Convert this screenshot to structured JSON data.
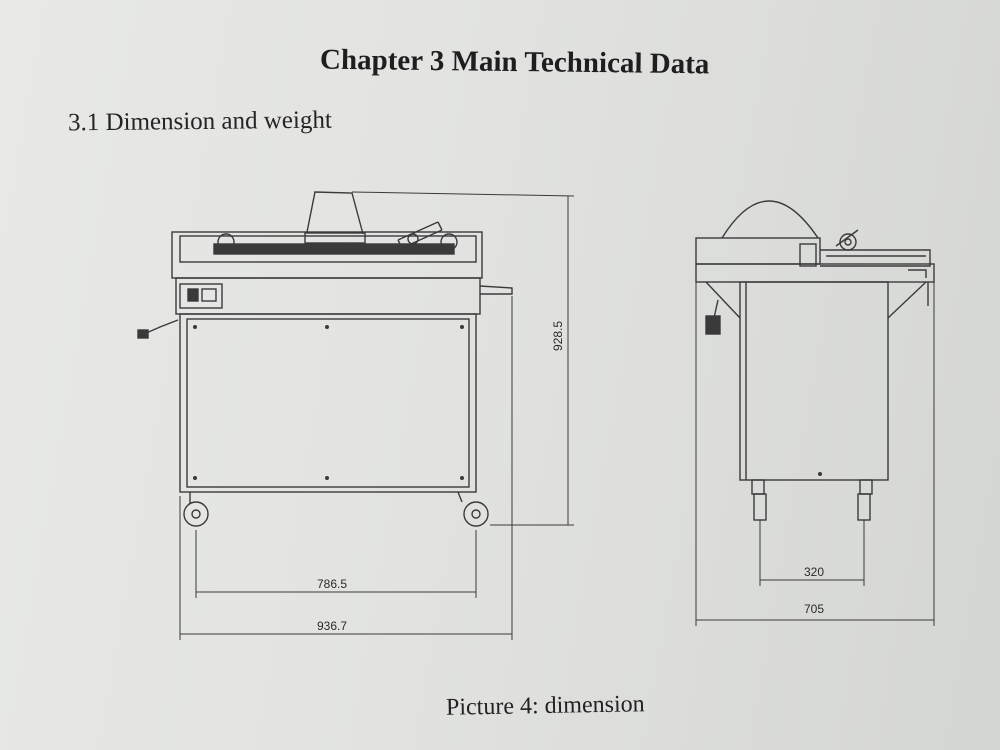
{
  "document": {
    "chapter_title": "Chapter 3 Main Technical Data",
    "section_title": "3.1 Dimension and weight",
    "caption": "Picture 4: dimension"
  },
  "front_view": {
    "height_label": "928.5",
    "inner_width_label": "786.5",
    "outer_width_label": "936.7"
  },
  "side_view": {
    "wheel_spacing_label": "320",
    "total_depth_label": "705"
  }
}
